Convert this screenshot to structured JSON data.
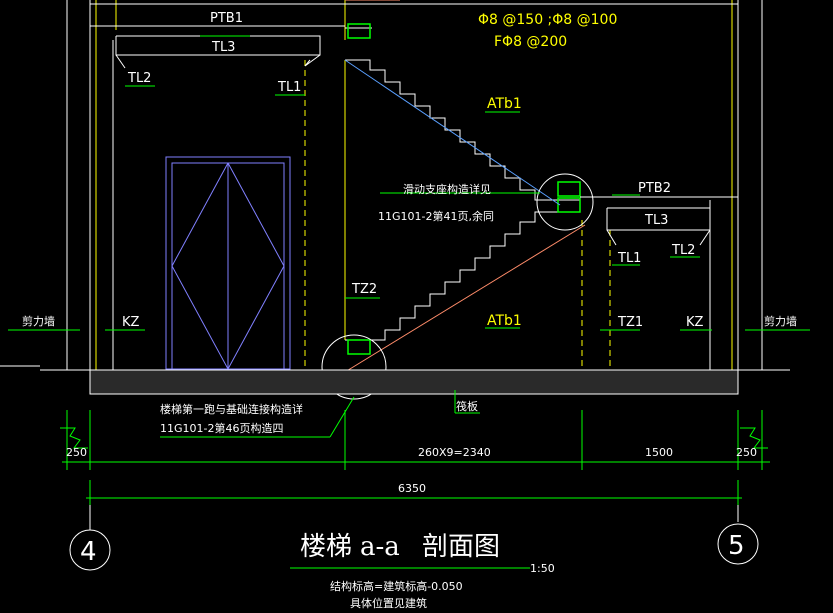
{
  "colors": {
    "background": "#000000",
    "wall": "#ffffff",
    "stair_outline": "#ffffff",
    "rebar_upper": "#5aa0ff",
    "rebar_lower": "#ff8c6a",
    "yellow_text": "#ffff00",
    "green_dims": "#00ff00",
    "door": "#8080ff",
    "slab_fill": "#2a2a2a"
  },
  "labels": {
    "ptb1": "PTB1",
    "tl3_left": "TL3",
    "tl2_left": "TL2",
    "tl1_left": "TL1",
    "rebar_line1": "Φ8 @150 ;Φ8 @100",
    "rebar_line2": "FΦ8 @200",
    "atb1_top": "ATb1",
    "sliding_note_1": "滑动支座构造详见",
    "sliding_note_2": "11G101-2第41页,余同",
    "ptb2": "PTB2",
    "tl3_right": "TL3",
    "tl1_right": "TL1",
    "tl2_right": "TL2",
    "tz2": "TZ2",
    "atb1_bottom": "ATb1",
    "tz1": "TZ1",
    "kz_left": "KZ",
    "kz_right": "KZ",
    "shear_wall_left": "剪力墙",
    "shear_wall_right": "剪力墙",
    "foundation_note_1": "楼梯第一跑与基础连接构造详",
    "foundation_note_2": "11G101-2第46页构造四",
    "floor_slab": "筏板",
    "dim_250_left": "250",
    "dim_steps": "260X9=2340",
    "dim_1500": "1500",
    "dim_250_right": "250",
    "dim_total": "6350",
    "axis_left": "4",
    "axis_right": "5",
    "title": "楼梯",
    "title_section": "a-a",
    "title_suffix": "剖面图",
    "scale": "1:50",
    "note_1": "结构标高=建筑标高-0.050",
    "note_2": "具体位置见建筑"
  }
}
